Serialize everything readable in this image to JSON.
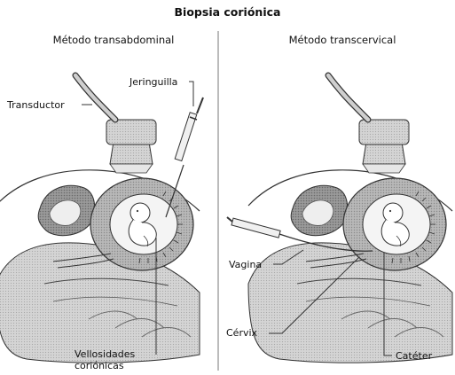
{
  "title": "Biopsia coriónica",
  "panels": {
    "left": {
      "heading": "Método transabdominal",
      "labels": {
        "transducer": "Transductor",
        "syringe": "Jeringuilla",
        "villi_line1": "Vellosidades",
        "villi_line2": "coriónicas"
      }
    },
    "right": {
      "heading": "Método transcervical",
      "labels": {
        "vagina": "Vagina",
        "cervix": "Cérvix",
        "catheter": "Catéter"
      }
    }
  }
}
